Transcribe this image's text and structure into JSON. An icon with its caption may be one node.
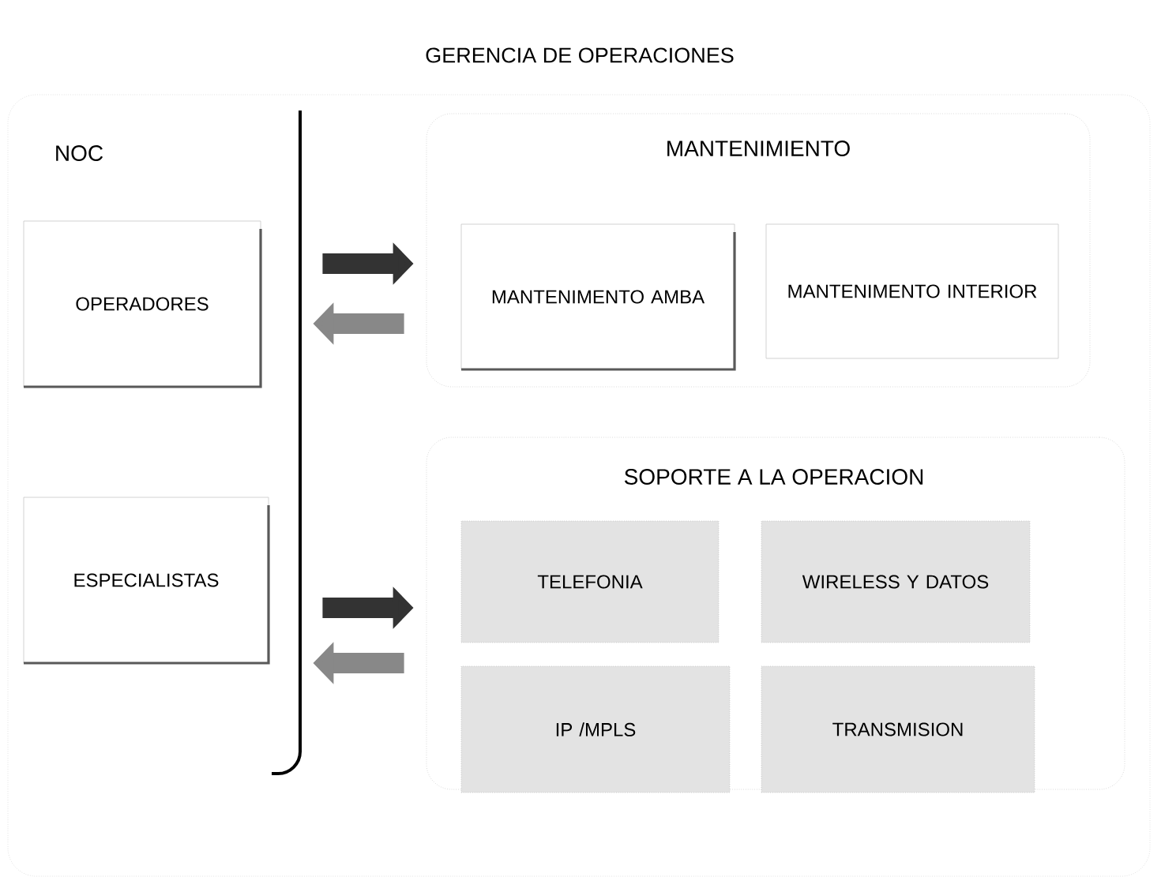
{
  "diagram": {
    "nodes": [
      {
        "text": [
          "GERENCIA DE OPERACIONES"
        ]
      },
      {
        "text": [
          "NOC"
        ],
        "in": 0
      },
      {
        "text": [
          "OPERADORES"
        ],
        "in": 1
      },
      {
        "text": [
          "ESPECIALISTAS"
        ],
        "in": 1
      },
      {
        "text": [
          "MANTENIMIENTO"
        ],
        "in": 0
      },
      {
        "text": [
          "MANTENIMENTO AMBA"
        ],
        "in": 4
      },
      {
        "text": [
          "MANTENIMENTO INTERIOR"
        ],
        "in": 4
      },
      {
        "text": [
          "SOPORTE A LA OPERACION"
        ],
        "in": 0
      },
      {
        "text": [
          "TELEFONIA"
        ],
        "in": 7
      },
      {
        "text": [
          "WIRELESS Y DATOS"
        ],
        "in": 7
      },
      {
        "text": [
          "IP /MPLS"
        ],
        "in": 7
      },
      {
        "text": [
          "TRANSMISION"
        ],
        "in": 7
      }
    ],
    "edges": [
      {
        "from": 1,
        "to": 4,
        "arrow": "to",
        "color": "#333333"
      },
      {
        "from": 4,
        "to": 1,
        "arrow": "to",
        "color": "#888888"
      },
      {
        "from": 1,
        "to": 7,
        "arrow": "to",
        "color": "#333333"
      },
      {
        "from": 7,
        "to": 1,
        "arrow": "to",
        "color": "#888888"
      }
    ]
  }
}
